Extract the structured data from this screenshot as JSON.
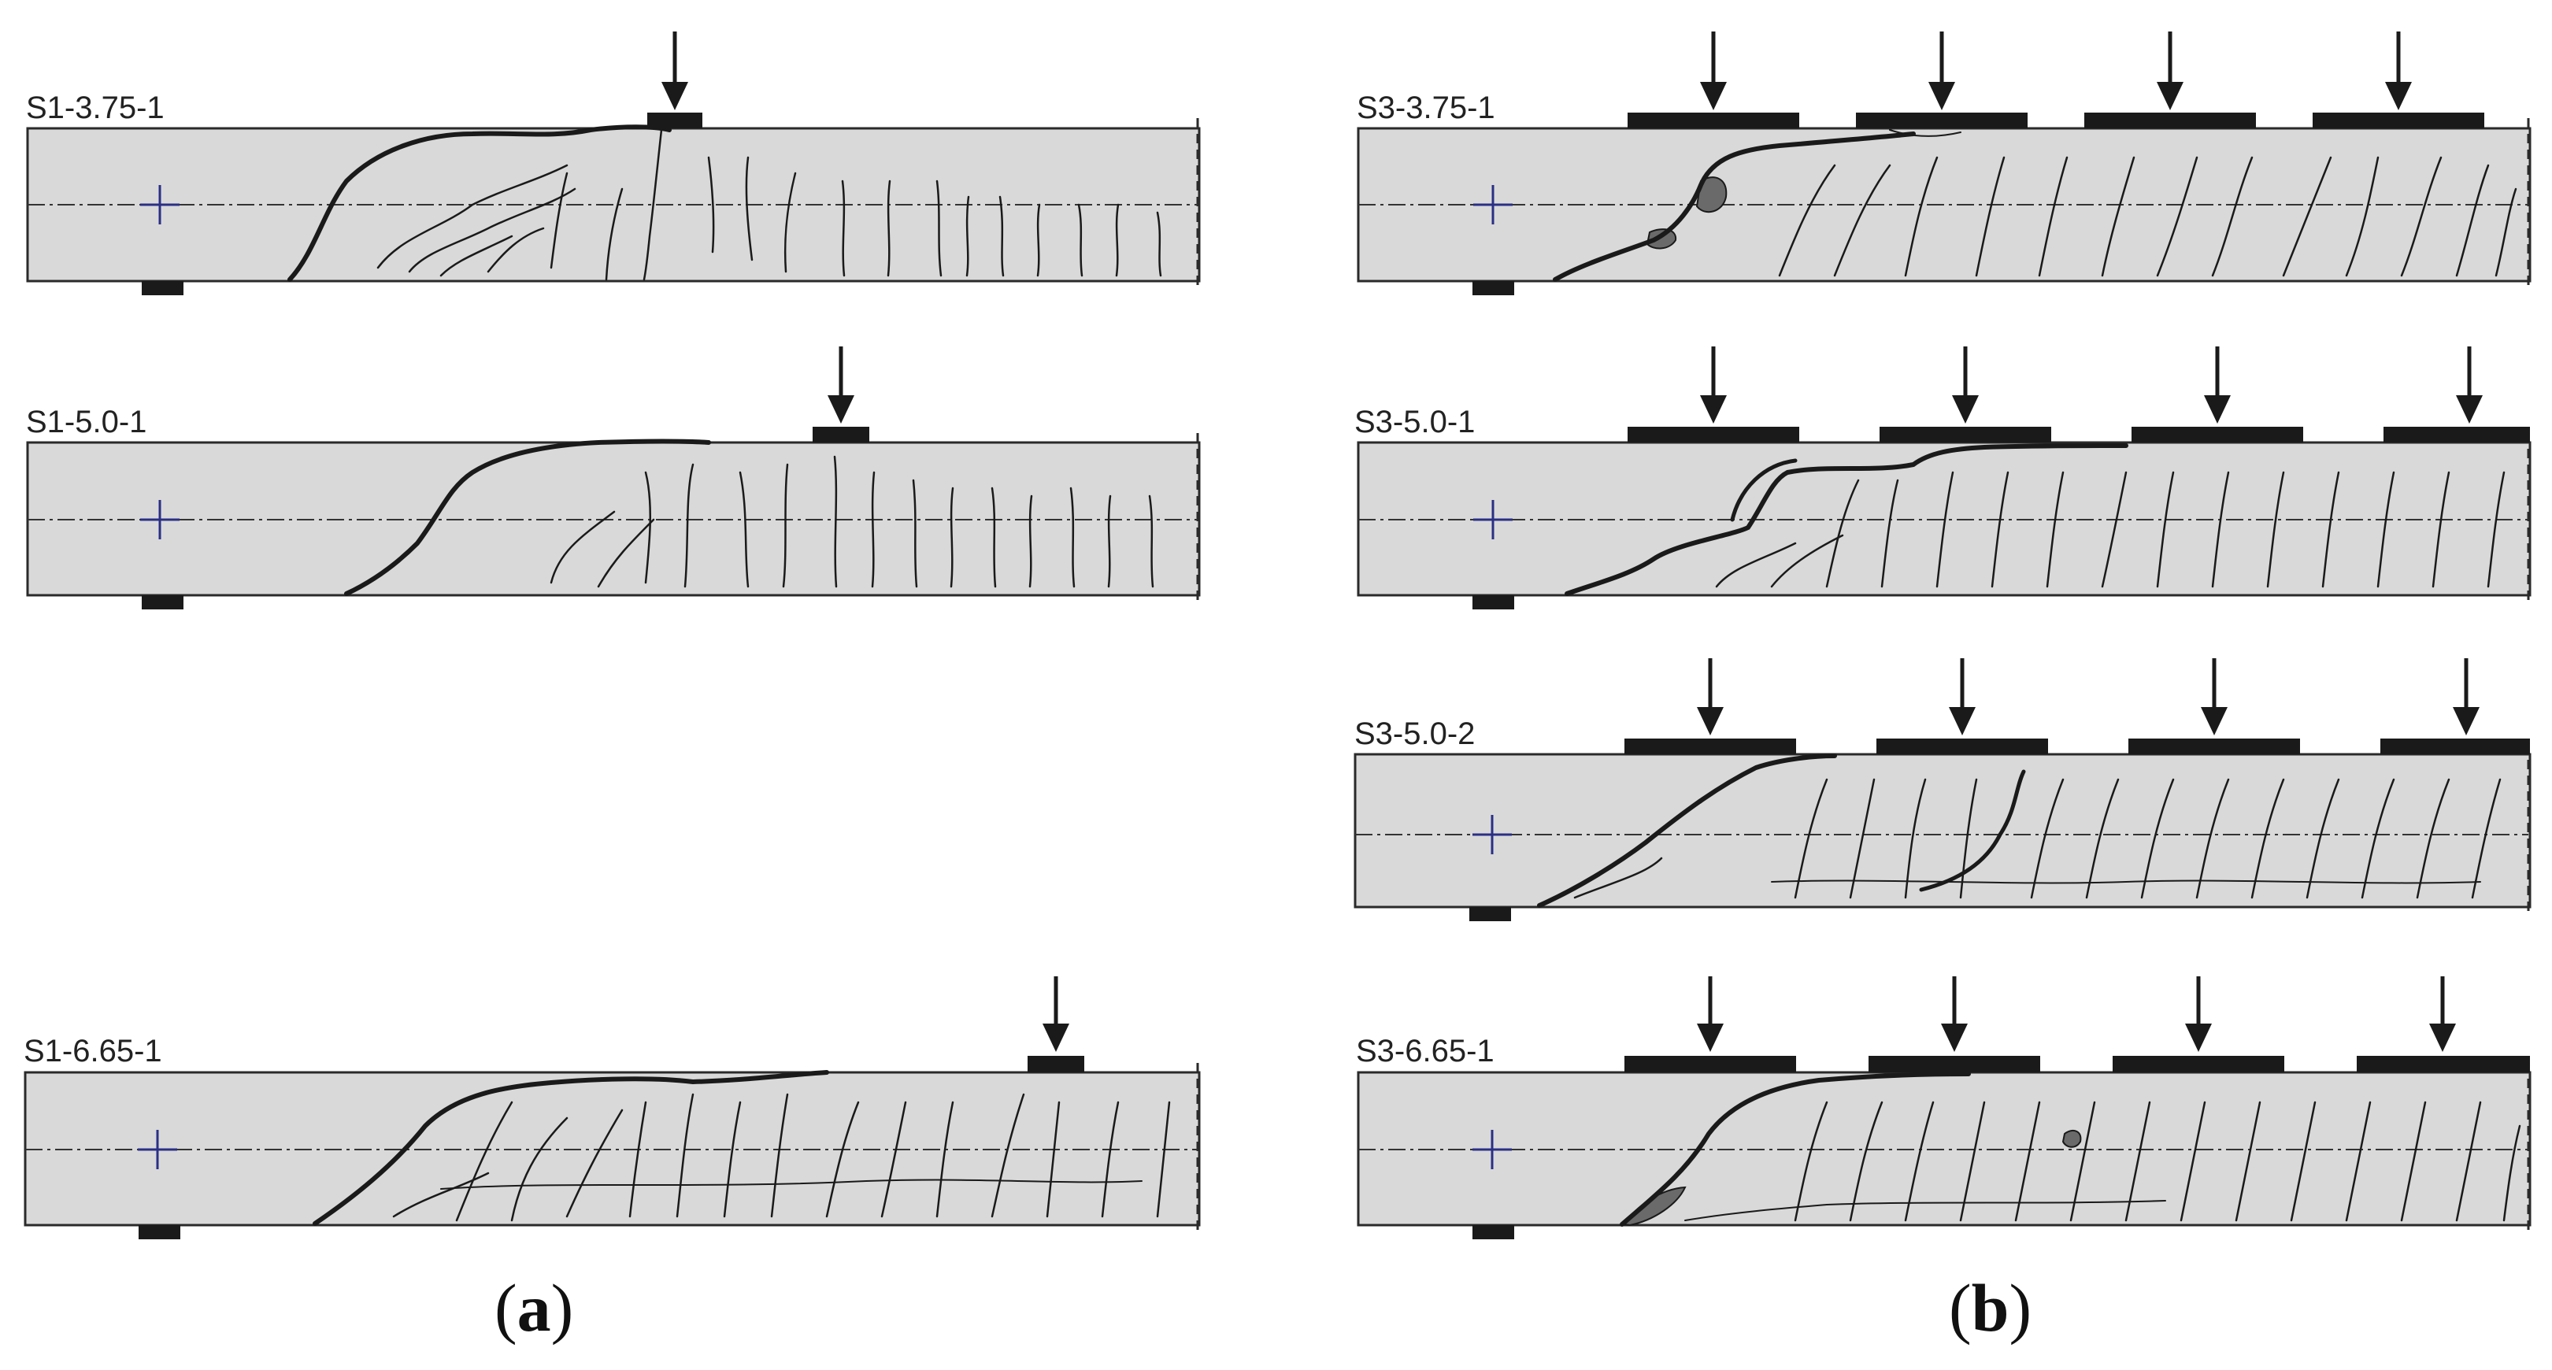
{
  "figure": {
    "panel_a": {
      "open": "(",
      "letter": "a",
      "close": ")"
    },
    "panel_b": {
      "open": "(",
      "letter": "b",
      "close": ")"
    }
  },
  "beams": [
    {
      "id": "S1-3.75-1",
      "label": "S1-3.75-1",
      "panel": "a",
      "load_points": 1,
      "spall_zones": 0
    },
    {
      "id": "S1-5.0-1",
      "label": "S1-5.0-1",
      "panel": "a",
      "load_points": 1,
      "spall_zones": 0
    },
    {
      "id": "S1-6.65-1",
      "label": "S1-6.65-1",
      "panel": "a",
      "load_points": 1,
      "spall_zones": 0
    },
    {
      "id": "S3-3.75-1",
      "label": "S3-3.75-1",
      "panel": "b",
      "load_points": 4,
      "spall_zones": 2
    },
    {
      "id": "S3-5.0-1",
      "label": "S3-5.0-1",
      "panel": "b",
      "load_points": 4,
      "spall_zones": 0
    },
    {
      "id": "S3-5.0-2",
      "label": "S3-5.0-2",
      "panel": "b",
      "load_points": 4,
      "spall_zones": 0
    },
    {
      "id": "S3-6.65-1",
      "label": "S3-6.65-1",
      "panel": "b",
      "load_points": 4,
      "spall_zones": 2
    }
  ],
  "colors": {
    "beam_fill": "#d9d9d9",
    "outline": "#2a2a2a",
    "crack": "#1a1a1a",
    "plate": "#1a1a1a",
    "support_mark": "#2a2f86",
    "spall": "#6a6a6a"
  }
}
